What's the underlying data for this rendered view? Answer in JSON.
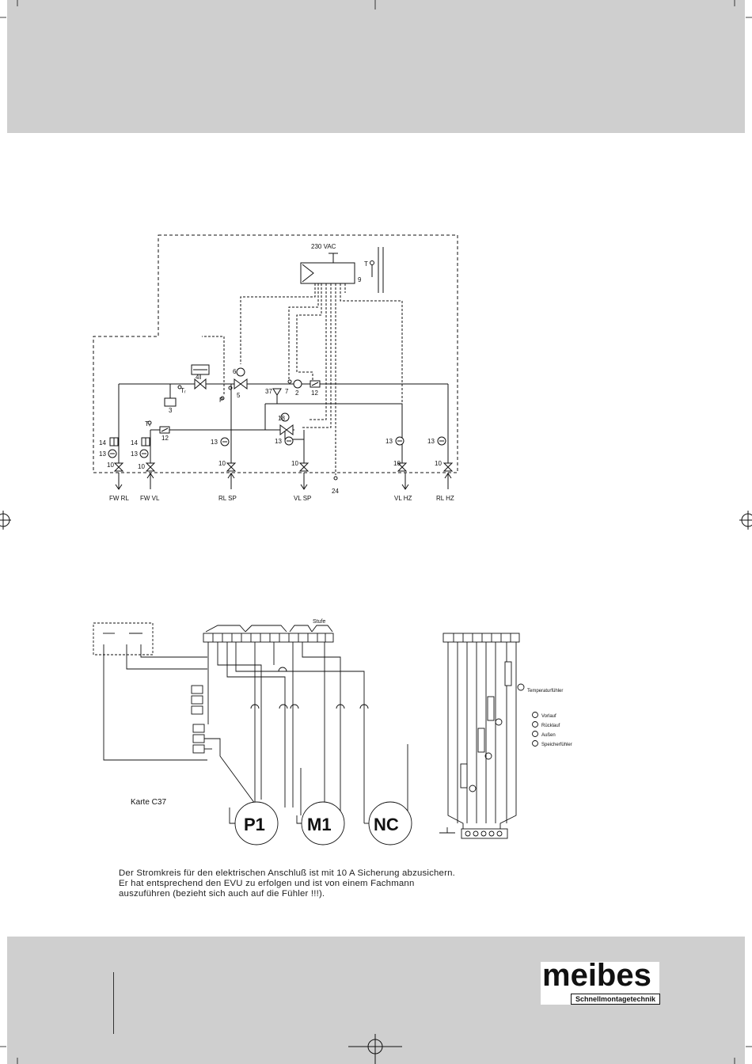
{
  "hydraulic": {
    "supply_voltage": "230 VAC",
    "controller_label": "9",
    "sensor_label": "T",
    "labels": {
      "n4": "4",
      "n3": "3",
      "n5": "5",
      "n6": "6",
      "n37": "37",
      "n7": "7",
      "n2": "2",
      "n12a": "12",
      "n12b": "12",
      "n18": "18",
      "n14a": "14",
      "n14b": "14",
      "n24": "24",
      "tr": "Tᵣ",
      "tv": "Tᵥ",
      "tp": "P",
      "n13a": "13",
      "n13b": "13",
      "n13c": "13",
      "n13d": "13",
      "n13e": "13",
      "n13f": "13",
      "n10a": "10",
      "n10b": "10",
      "n10c": "10",
      "n10d": "10",
      "n10e": "10",
      "n10f": "10"
    },
    "ports": {
      "fw_rl": "FW RL",
      "fw_vl": "FW VL",
      "rl_sp": "RL SP",
      "vl_sp": "VL SP",
      "vl_hz": "VL HZ",
      "rl_hz": "RL HZ"
    }
  },
  "electrical": {
    "board_label": "Karte C37",
    "terminal_header_right": "Stufe",
    "motors": {
      "p1": "P1",
      "m1": "M1",
      "nc": "NC"
    },
    "legend_header": "Temperaturfühler",
    "legend_items": [
      "Vorlauf",
      "Rücklauf",
      "Außen",
      "Speicherfühler"
    ]
  },
  "caption": "Der Stromkreis für den elektrischen Anschluß ist mit 10 A Sicherung abzusichern. Er hat entsprechend den EVU zu erfolgen und ist von einem Fachmann auszuführen (bezieht sich auch auf die Fühler !!!).",
  "brand": {
    "name": "meibes",
    "tagline": "Schnellmontagetechnik"
  }
}
